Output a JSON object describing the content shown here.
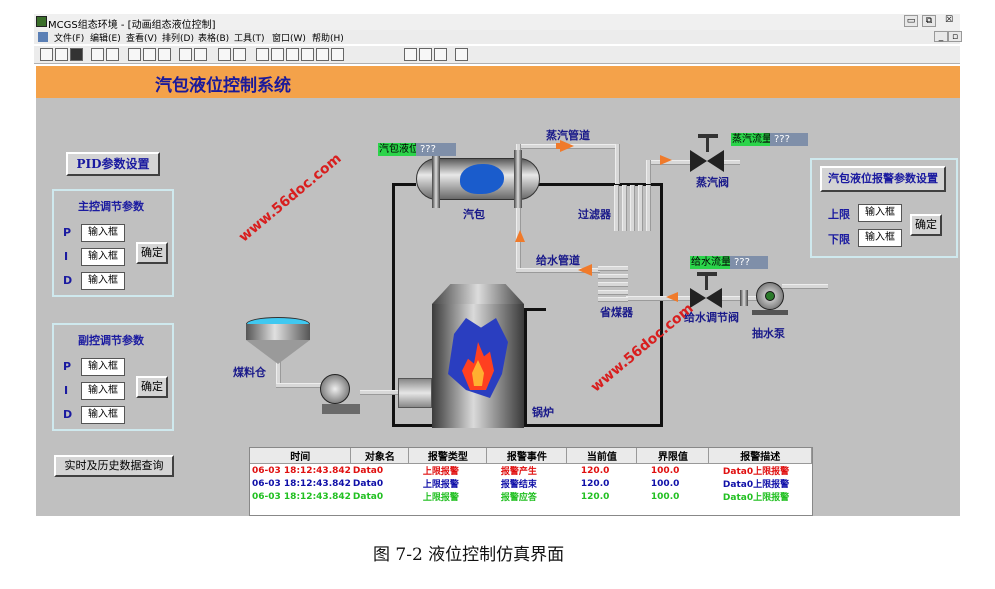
{
  "window": {
    "title": "MCGS组态环境 - [动画组态液位控制]",
    "min": "▭",
    "restore": "⧉",
    "close": "☒",
    "inner_min": "_",
    "inner_restore": "▫"
  },
  "menu": [
    "文件(F)",
    "编辑(E)",
    "查看(V)",
    "排列(D)",
    "表格(B)",
    "工具(T)",
    "窗口(W)",
    "帮助(H)"
  ],
  "header": {
    "title": "汽包液位控制系统"
  },
  "left_panel": {
    "pid_button": "PID参数设置",
    "main_group": {
      "title": "主控调节参数",
      "p": "P",
      "i": "I",
      "d": "D",
      "p_value": "输入框",
      "i_value": "输入框",
      "d_value": "输入框",
      "confirm": "确定"
    },
    "sub_group": {
      "title": "副控调节参数",
      "p": "P",
      "i": "I",
      "d": "D",
      "p_value": "输入框",
      "i_value": "输入框",
      "d_value": "输入框",
      "confirm": "确定"
    },
    "history_button": "实时及历史数据查询"
  },
  "right_panel": {
    "title": "汽包液位报警参数设置",
    "upper_label": "上限",
    "upper_value": "输入框",
    "lower_label": "下限",
    "lower_value": "输入框",
    "confirm": "确定"
  },
  "process": {
    "drum_level_tag": "汽包液位",
    "drum_level_value": "???",
    "steam_flow_tag": "蒸汽流量",
    "steam_flow_value": "???",
    "feed_flow_tag": "给水流量",
    "feed_flow_value": "???",
    "steam_pipe": "蒸汽管道",
    "drum": "汽包",
    "filter": "过滤器",
    "steam_valve": "蒸汽阀",
    "feed_pipe": "给水管道",
    "economizer": "省煤器",
    "feed_valve": "给水调节阀",
    "pump": "抽水泵",
    "coal_bin": "煤料仓",
    "boiler": "锅炉"
  },
  "alarm_table": {
    "columns": [
      "时间",
      "对象名",
      "报警类型",
      "报警事件",
      "当前值",
      "界限值",
      "报警描述"
    ],
    "rows": [
      {
        "time": "06-03 18:12:43.842",
        "object": "Data0",
        "type": "上限报警",
        "event": "报警产生",
        "current": "120.0",
        "limit": "100.0",
        "desc": "Data0上限报警",
        "color": "#e01010"
      },
      {
        "time": "06-03 18:12:43.842",
        "object": "Data0",
        "type": "上限报警",
        "event": "报警结束",
        "current": "120.0",
        "limit": "100.0",
        "desc": "Data0上限报警",
        "color": "#1010a8"
      },
      {
        "time": "06-03 18:12:43.842",
        "object": "Data0",
        "type": "上限报警",
        "event": "报警应答",
        "current": "120.0",
        "limit": "100.0",
        "desc": "Data0上限报警",
        "color": "#22c022"
      }
    ]
  },
  "watermark": "www.56doc.com",
  "caption": "图 7-2 液位控制仿真界面",
  "colors": {
    "header": "#f4a24a",
    "canvas": "#c0c0c0",
    "title_text": "#1a1a9a",
    "tag_green": "#2bd44a",
    "watermark": "#d81e1e"
  }
}
